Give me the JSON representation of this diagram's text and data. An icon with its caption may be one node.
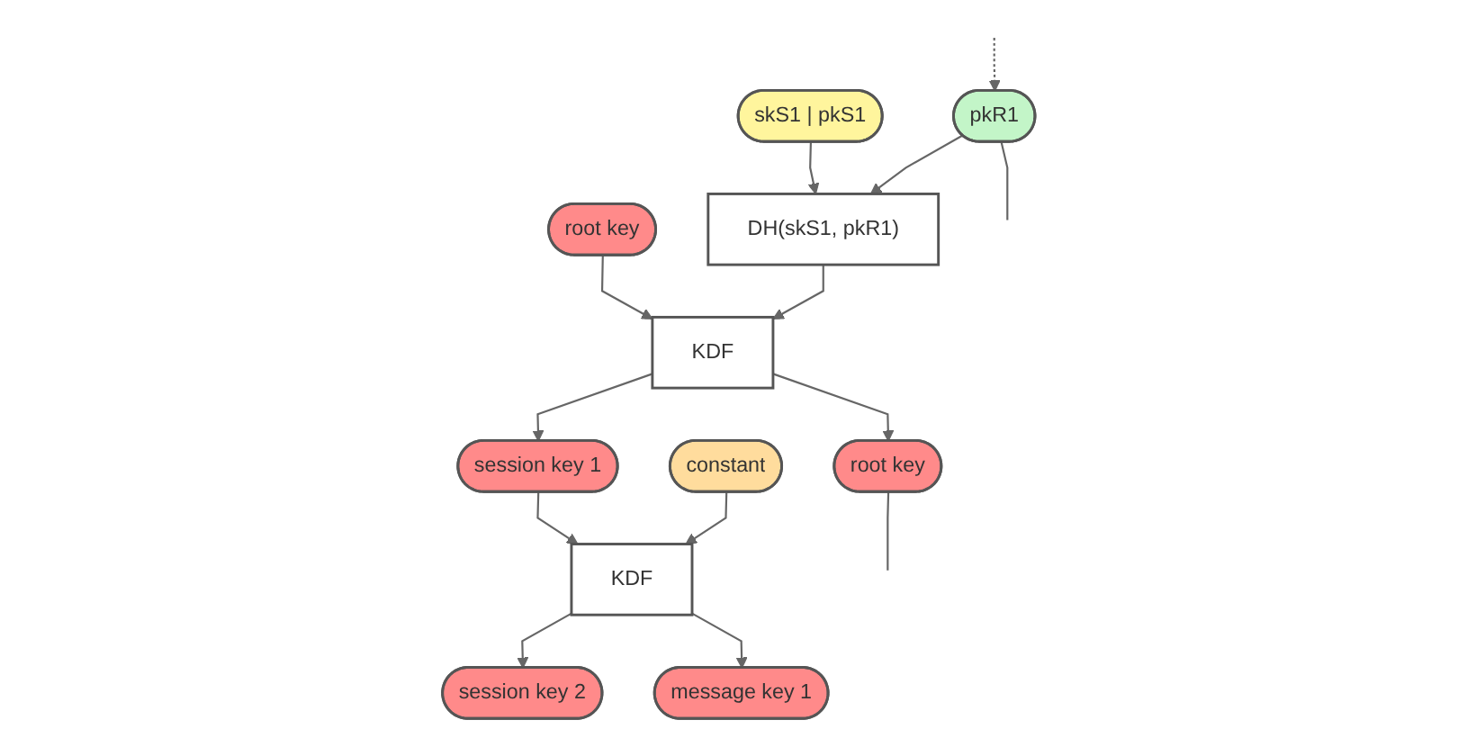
{
  "diagram": {
    "nodes": [
      {
        "text": [
          "skS1 | pkS1"
        ]
      },
      {
        "text": [
          "root key"
        ]
      },
      {
        "text": [
          "DH(skS1, pkR1)"
        ]
      },
      {
        "text": [
          "KDF"
        ]
      },
      {
        "text": [
          "session key 1"
        ]
      },
      {
        "text": [
          "root key"
        ]
      },
      {
        "text": [
          "pkR1"
        ]
      },
      {
        "text": [
          "constant"
        ]
      },
      {
        "text": [
          "KDF"
        ]
      },
      {
        "text": [
          "session key 2"
        ]
      },
      {
        "text": [
          "message key 1"
        ]
      }
    ],
    "edges": [
      {
        "from": 0,
        "to": 2,
        "arrow": "to"
      },
      {
        "from": 1,
        "to": 3,
        "arrow": "to"
      },
      {
        "from": 2,
        "to": 3,
        "arrow": "to"
      },
      {
        "from": 3,
        "to": 5,
        "arrow": "to"
      },
      {
        "from": 3,
        "to": 4,
        "arrow": "to"
      },
      {
        "from": 6,
        "to": 2,
        "arrow": "to"
      },
      {
        "from": null,
        "to": 6,
        "arrow": "to",
        "style": "dashed"
      },
      {
        "from": 6,
        "to": null,
        "arrow": "none"
      },
      {
        "from": 5,
        "to": null,
        "arrow": "none"
      },
      {
        "from": 4,
        "to": 8,
        "arrow": "to"
      },
      {
        "from": 7,
        "to": 8,
        "arrow": "to"
      },
      {
        "from": 8,
        "to": 9,
        "arrow": "to"
      },
      {
        "from": 8,
        "to": 10,
        "arrow": "to"
      }
    ]
  }
}
